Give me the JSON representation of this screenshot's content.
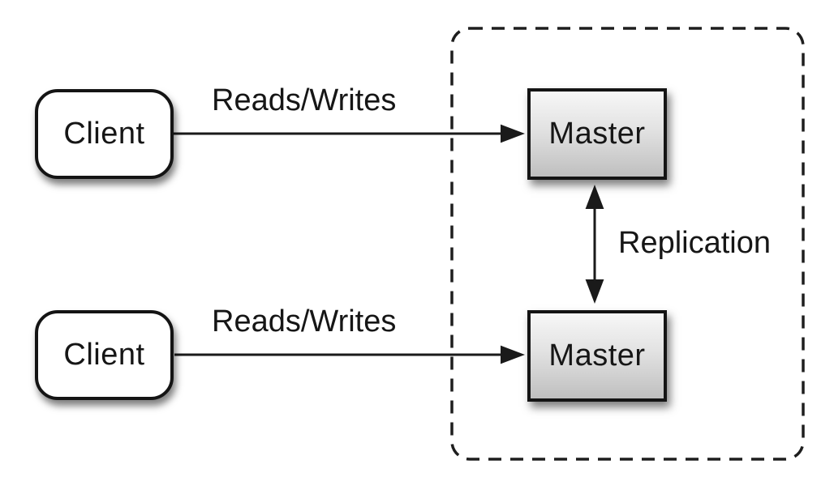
{
  "diagram": {
    "type": "architecture-diagram",
    "topic": "master-master-replication",
    "clients": [
      {
        "label": "Client"
      },
      {
        "label": "Client"
      }
    ],
    "masters": [
      {
        "label": "Master"
      },
      {
        "label": "Master"
      }
    ],
    "edge_labels": {
      "top": "Reads/Writes",
      "bottom": "Reads/Writes",
      "replication": "Replication"
    },
    "colors": {
      "background": "#ffffff",
      "stroke": "#1a1a1a",
      "client_fill": "#ffffff",
      "master_gradient_top": "#f7f7f7",
      "master_gradient_bottom": "#bfbfbf",
      "text": "#161616"
    }
  }
}
